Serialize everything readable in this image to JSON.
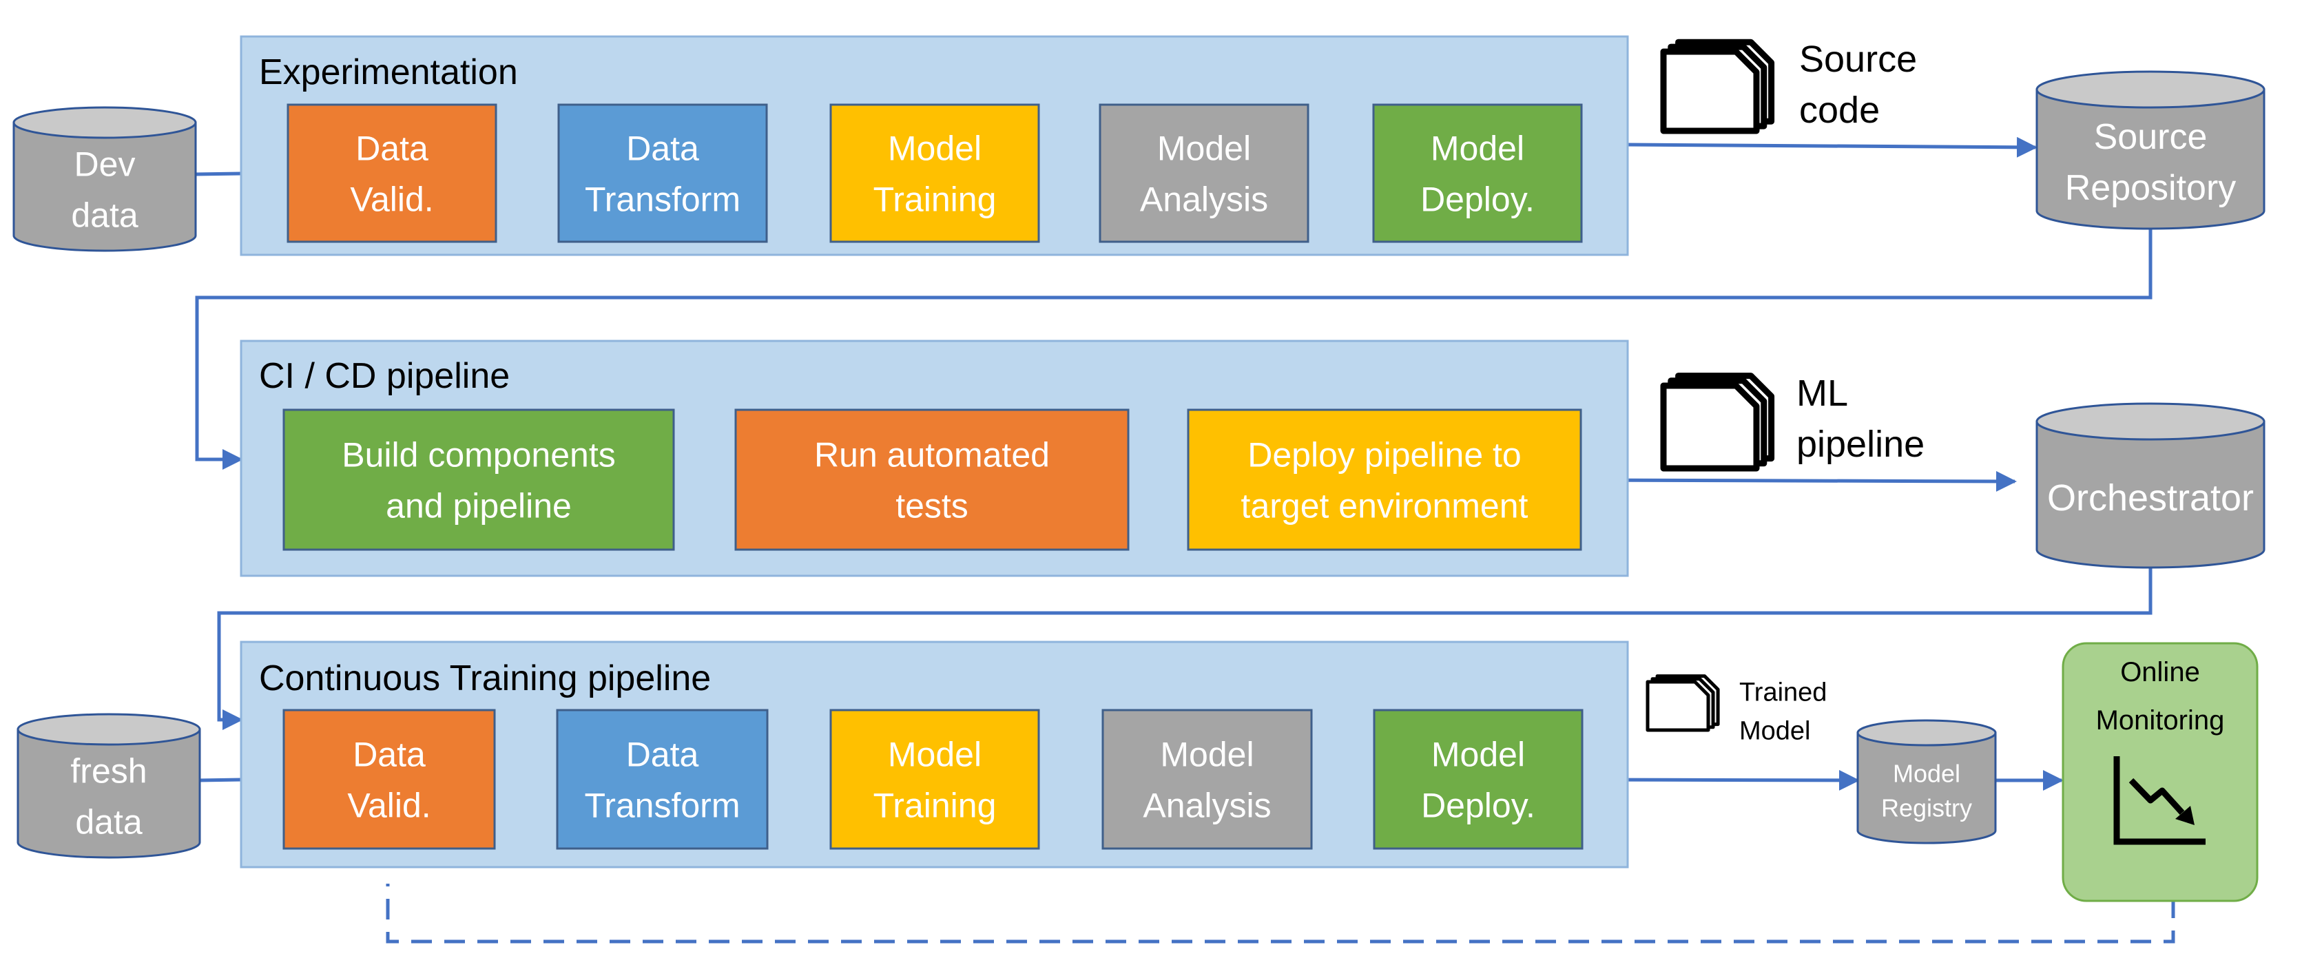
{
  "colors": {
    "panel_fill": "#bdd7ee",
    "panel_stroke": "#8fb4dc",
    "orange": "#ed7d31",
    "blue": "#5b9bd5",
    "yellow": "#ffc000",
    "gray": "#a5a5a5",
    "green": "#70ad47",
    "db_fill": "#a5a5a5",
    "db_top": "#c9c9c9",
    "arrow": "#4472c4",
    "monitor_fill": "#a9d18e"
  },
  "experimentation": {
    "title": "Experimentation",
    "stages": [
      {
        "lines": [
          "Data",
          "Valid."
        ],
        "color": "orange"
      },
      {
        "lines": [
          "Data",
          "Transform"
        ],
        "color": "blue"
      },
      {
        "lines": [
          "Model",
          "Training"
        ],
        "color": "yellow"
      },
      {
        "lines": [
          "Model",
          "Analysis"
        ],
        "color": "gray"
      },
      {
        "lines": [
          "Model",
          "Deploy."
        ],
        "color": "green"
      }
    ]
  },
  "cicd": {
    "title": "CI / CD pipeline",
    "stages": [
      {
        "lines": [
          "Build components",
          "and pipeline"
        ],
        "color": "green"
      },
      {
        "lines": [
          "Run automated",
          "tests"
        ],
        "color": "orange"
      },
      {
        "lines": [
          "Deploy pipeline to",
          "target environment"
        ],
        "color": "yellow"
      }
    ]
  },
  "continuous_training": {
    "title": "Continuous Training pipeline",
    "stages": [
      {
        "lines": [
          "Data",
          "Valid."
        ],
        "color": "orange"
      },
      {
        "lines": [
          "Data",
          "Transform"
        ],
        "color": "blue"
      },
      {
        "lines": [
          "Model",
          "Training"
        ],
        "color": "yellow"
      },
      {
        "lines": [
          "Model",
          "Analysis"
        ],
        "color": "gray"
      },
      {
        "lines": [
          "Model",
          "Deploy."
        ],
        "color": "green"
      }
    ]
  },
  "stores": {
    "dev_data": [
      "Dev",
      "data"
    ],
    "fresh_data": [
      "fresh",
      "data"
    ],
    "source_repository": [
      "Source",
      "Repository"
    ],
    "orchestrator": [
      "Orchestrator"
    ],
    "model_registry": [
      "Model",
      "Registry"
    ]
  },
  "artifacts": {
    "source_code": [
      "Source",
      "code"
    ],
    "ml_pipeline": [
      "ML",
      "pipeline"
    ],
    "trained_model": [
      "Trained",
      "Model"
    ]
  },
  "monitoring": {
    "lines": [
      "Online",
      "Monitoring"
    ],
    "icon": "chart-down-icon"
  }
}
